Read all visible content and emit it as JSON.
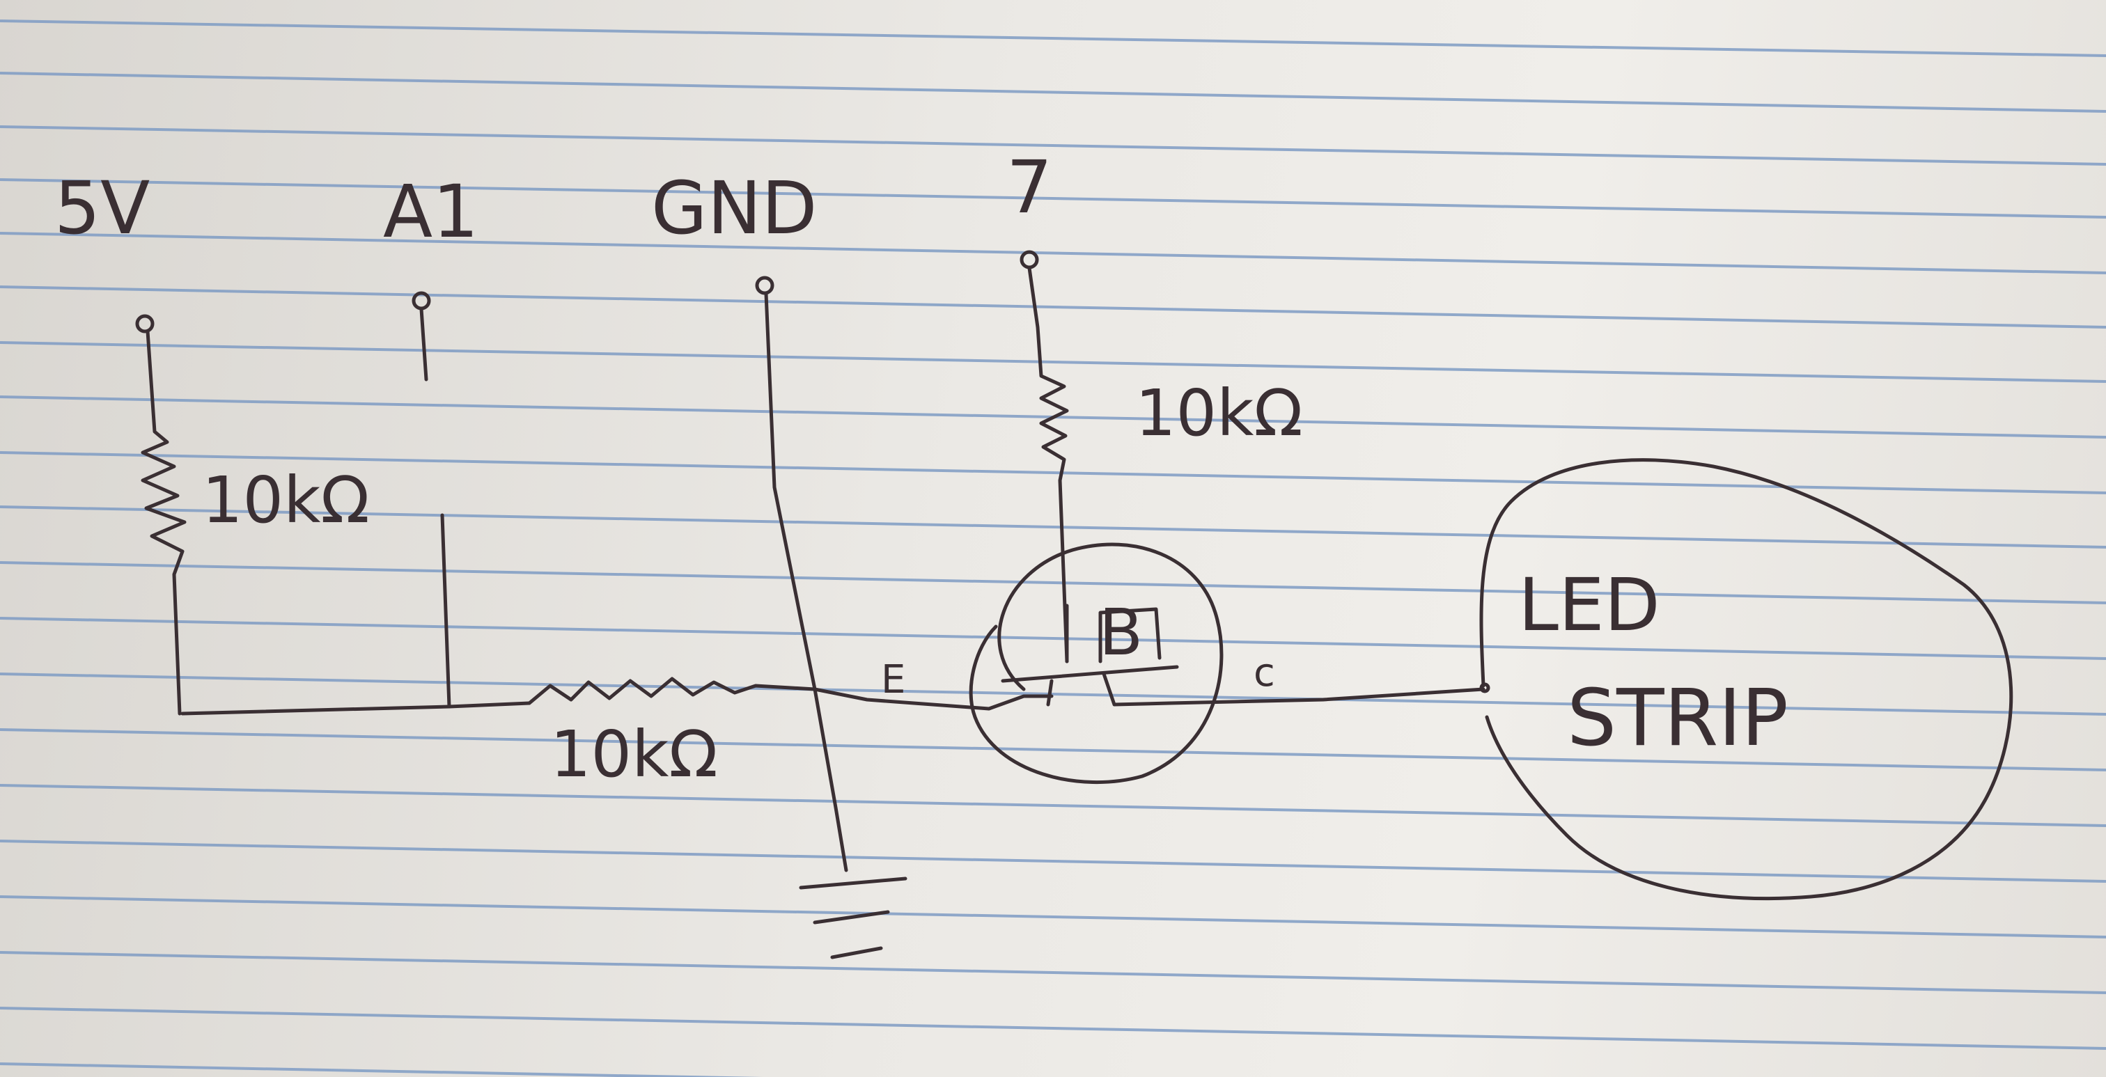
{
  "terminals": {
    "five_volt": "5V",
    "analog_in": "A1",
    "ground": "GND",
    "pin": "7"
  },
  "resistors": {
    "pullup": "10kΩ",
    "series": "10kΩ",
    "base": "10kΩ"
  },
  "transistor": {
    "base": "B",
    "emitter": "E",
    "collector": "c"
  },
  "load": {
    "line1": "LED",
    "line2": "STRIP"
  },
  "colors": {
    "ink": "#3a2f33",
    "rule_line": "#7f9cc4",
    "paper": "#ebe9e5"
  }
}
